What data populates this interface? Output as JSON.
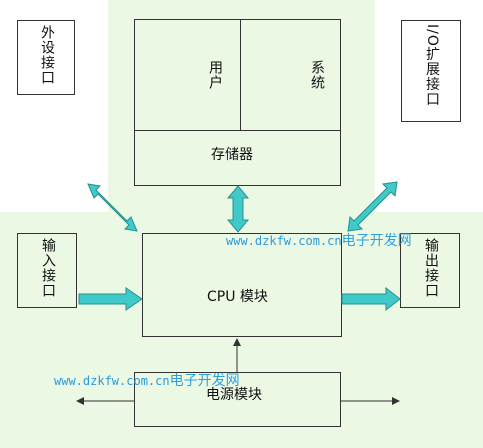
{
  "memory": {
    "title": "存储器",
    "user_area": "用户",
    "system_area": "系统"
  },
  "peripheral_port": "外设接口",
  "io_expansion_port": "I/O扩展接口",
  "input_port": "输入接口",
  "output_port": "输出接口",
  "cpu_module": "CPU 模块",
  "power_module": "电源模块",
  "watermark": {
    "url": "www.dzkfw.com.cn",
    "text": "电子开发网"
  },
  "colors": {
    "background_panel": "#eaf8e4",
    "arrow_fill": "#3fc9c9",
    "arrow_stroke": "#2a8f8f",
    "line": "#333333",
    "watermark_url": "#2a9ad6",
    "watermark_text": "#2fa0e0"
  }
}
